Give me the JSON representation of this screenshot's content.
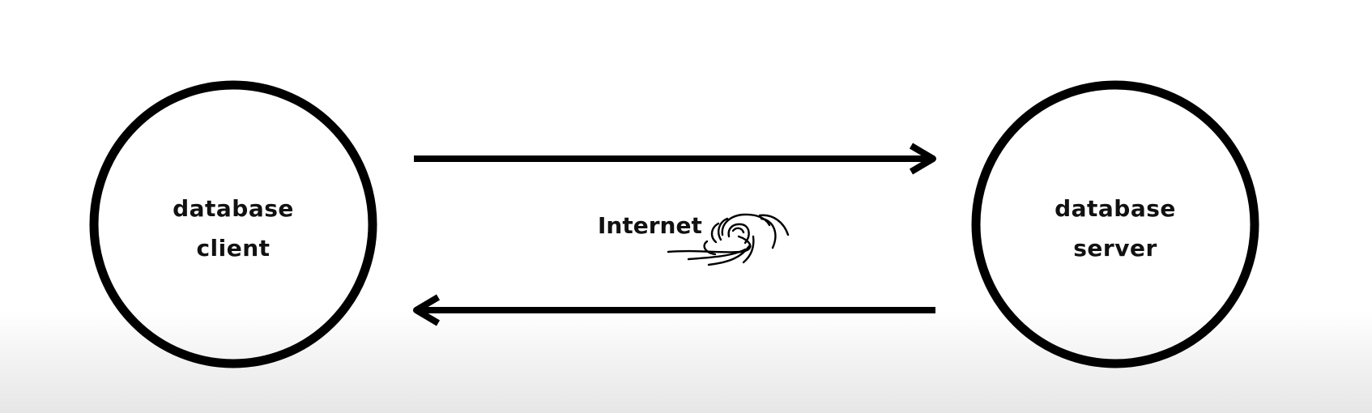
{
  "nodes": {
    "client": {
      "line1": "database",
      "line2": "client"
    },
    "server": {
      "line1": "database",
      "line2": "server"
    }
  },
  "connection": {
    "label": "Internet",
    "icon": "wave-icon",
    "arrows": [
      "client-to-server",
      "server-to-client"
    ]
  }
}
